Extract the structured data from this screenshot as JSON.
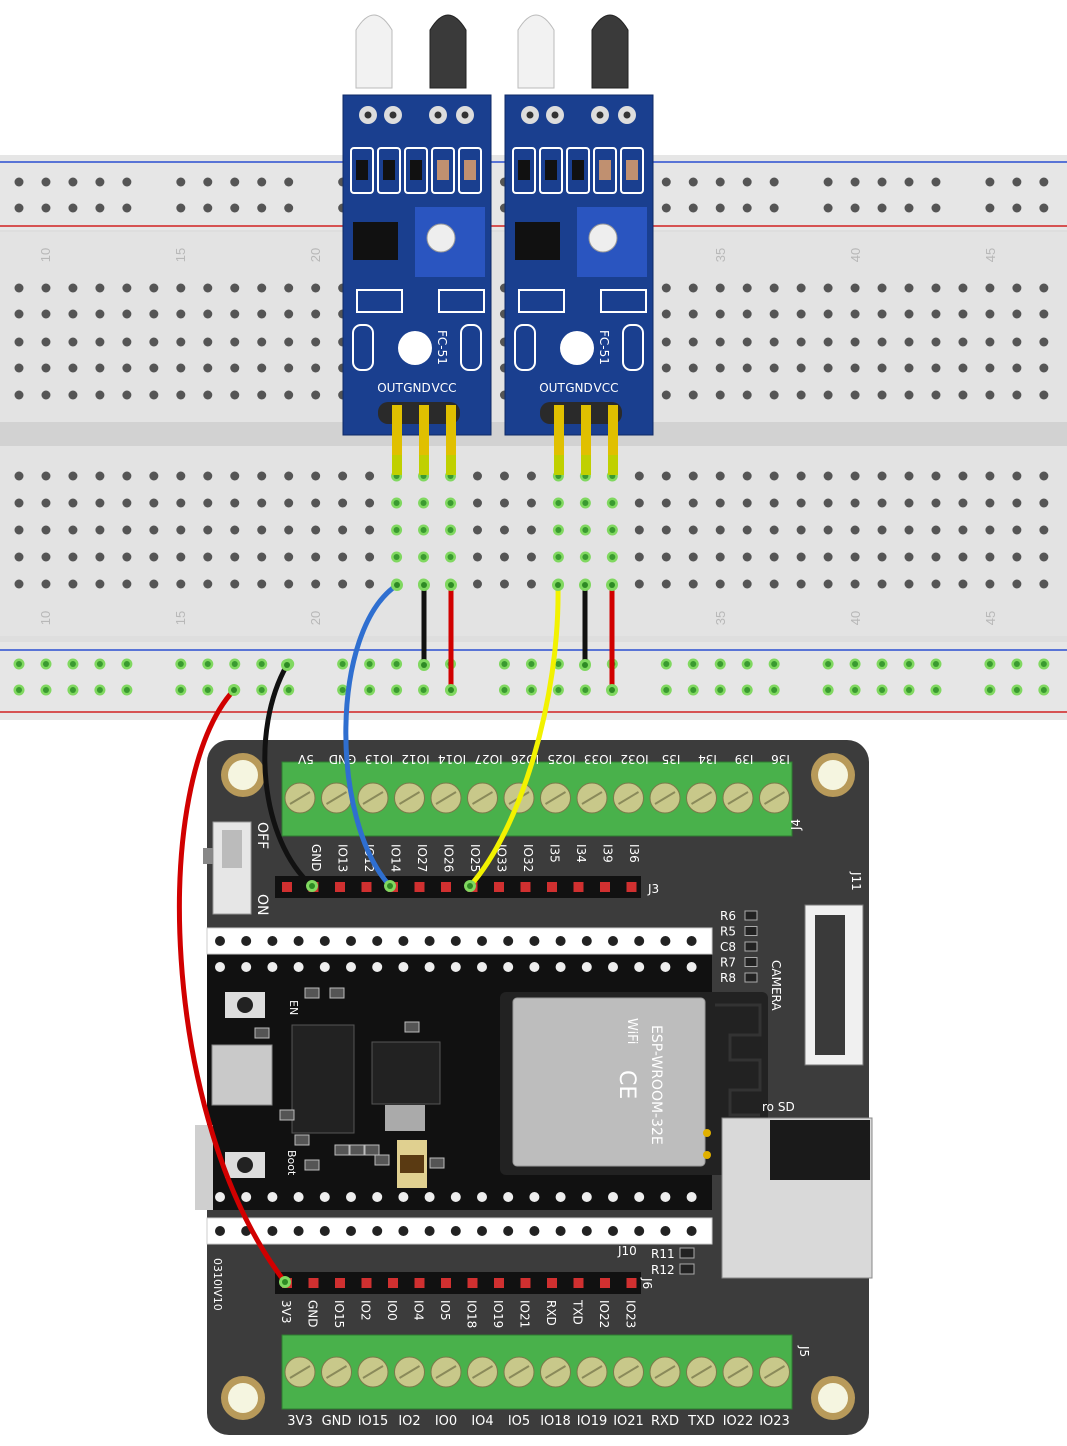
{
  "breadboard": {
    "column_numbers": [
      "10",
      "15",
      "20",
      "35",
      "40",
      "45"
    ]
  },
  "sensors": [
    {
      "model": "FC-51",
      "pins": [
        "OUT",
        "GND",
        "VCC"
      ]
    },
    {
      "model": "FC-51",
      "pins": [
        "OUT",
        "GND",
        "VCC"
      ]
    }
  ],
  "board": {
    "top_header": [
      "5V",
      "GND",
      "IO13",
      "IO12",
      "IO14",
      "IO27",
      "IO26",
      "IO25",
      "IO33",
      "IO32",
      "I35",
      "I34",
      "I39",
      "I36"
    ],
    "top_header_row2": [
      "GND",
      "IO13",
      "IO12",
      "IO14",
      "IO27",
      "IO26",
      "IO25",
      "IO33",
      "IO32",
      "I35",
      "I34",
      "I39",
      "I36"
    ],
    "bottom_header": [
      "3V3",
      "GND",
      "IO15",
      "IO2",
      "IO0",
      "IO4",
      "IO5",
      "IO18",
      "IO19",
      "IO21",
      "RXD",
      "TXD",
      "IO22",
      "IO23"
    ],
    "bottom_terminal": [
      "3V3",
      "GND",
      "IO15",
      "IO2",
      "IO0",
      "IO4",
      "IO5",
      "IO18",
      "IO19",
      "IO21",
      "RXD",
      "TXD",
      "IO22",
      "IO23"
    ],
    "switch_off": "OFF",
    "switch_on": "ON",
    "connector_j4": "J4",
    "connector_j3": "J3",
    "connector_j5": "J5",
    "connector_j6": "J6",
    "connector_j10": "J10",
    "connector_j11": "J11",
    "camera": "CAMERA",
    "micro_sd": "ro SD",
    "components_right": [
      "R6",
      "R5",
      "C8",
      "R7",
      "R8"
    ],
    "r11": "R11",
    "r12": "R12",
    "en": "EN",
    "boot": "Boot",
    "version": "0310IV10",
    "module": "ESP-WROOM-32E",
    "wifi": "WiFi",
    "ce": "CE"
  },
  "colors": {
    "breadboard": "#dcdcdc",
    "pcb_blue": "#1a3f8f",
    "board": "#3a3a3a",
    "wire_red": "#d10000",
    "wire_black": "#111111",
    "wire_blue": "#2f6fd0",
    "wire_yellow": "#f2f200",
    "terminal_green": "#3fb04a"
  }
}
